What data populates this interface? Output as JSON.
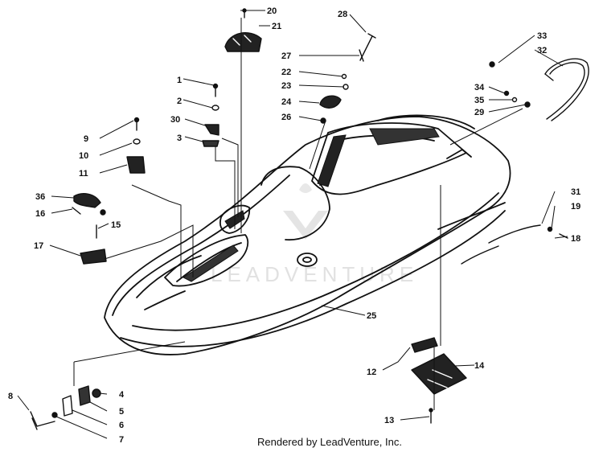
{
  "diagram": {
    "callouts": [
      "1",
      "2",
      "3",
      "4",
      "5",
      "6",
      "7",
      "8",
      "9",
      "10",
      "11",
      "12",
      "13",
      "14",
      "15",
      "16",
      "17",
      "18",
      "19",
      "20",
      "21",
      "22",
      "23",
      "24",
      "25",
      "26",
      "27",
      "28",
      "29",
      "30",
      "31",
      "32",
      "33",
      "34",
      "35",
      "36"
    ],
    "credit": "Rendered by LeadVenture, Inc.",
    "watermark": "LEADVENTURE"
  },
  "colors": {
    "ink": "#111111",
    "paper": "#ffffff",
    "watermark": "#c9c9c9"
  }
}
